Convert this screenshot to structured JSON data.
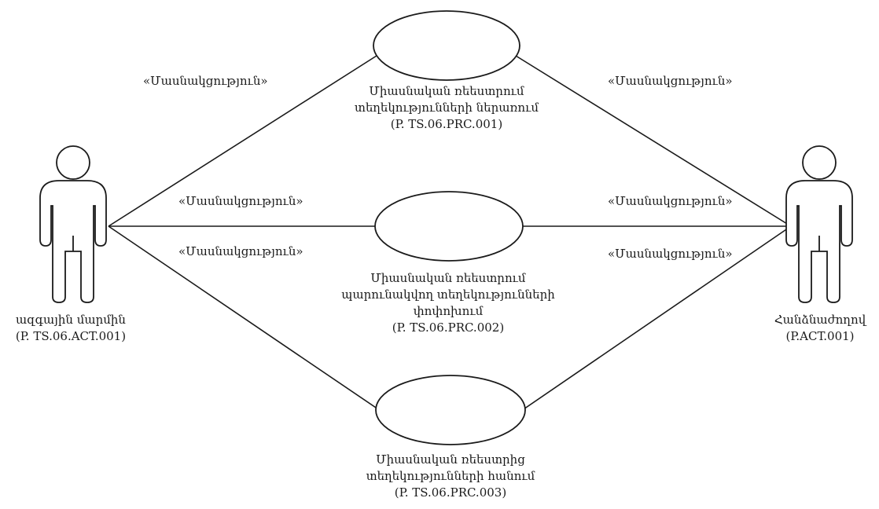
{
  "actors": {
    "left": {
      "name": "ազգային մարմին",
      "code": "(P. TS.06.ACT.001)"
    },
    "right": {
      "name": "Հանձնաժողով",
      "code": "(P.ACT.001)"
    }
  },
  "use_cases": [
    {
      "lines": [
        "Միասնական ռեեստրում",
        "տեղեկությունների ներառում",
        "(P. TS.06.PRC.001)"
      ]
    },
    {
      "lines": [
        "Միասնական ռեեստրում",
        "պարունակվող տեղեկությունների",
        "փոփոխում",
        "(P. TS.06.PRC.002)"
      ]
    },
    {
      "lines": [
        "Միասնական ռեեստրից",
        "տեղեկությունների հանում",
        "(P. TS.06.PRC.003)"
      ]
    }
  ],
  "relations": {
    "left_top": "«Մասնակցություն»",
    "left_mid": "«Մասնակցություն»",
    "left_bottom": "«Մասնակցություն»",
    "right_top": "«Մասնակցություն»",
    "right_mid": "«Մասնակցություն»",
    "right_bottom": "«Մասնակցություն»"
  },
  "colors": {
    "stroke": "#1a1a1a",
    "background": "#ffffff"
  }
}
